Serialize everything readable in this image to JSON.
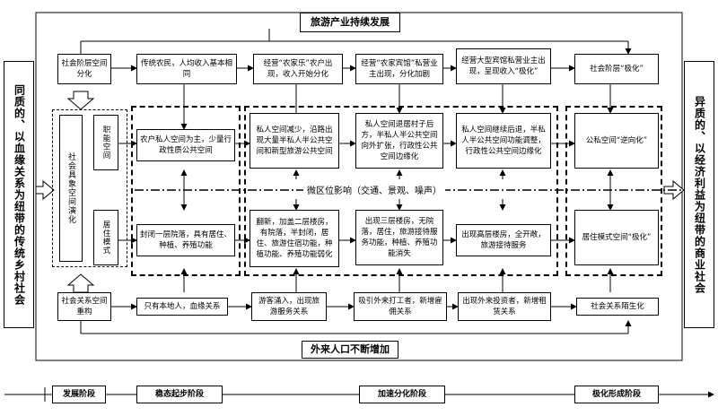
{
  "top_banner": "旅游产业持续发展",
  "bottom_banner": "外来人口不断增加",
  "left_side": "同质的、以血缘关系为纽带的传统乡村社会",
  "right_side": "异质的、以经济利益为纽带的商业社会",
  "social_space_concept": "社会具象空间演化",
  "stratification": {
    "label": "社会阶层空间分化",
    "stages": [
      "传统农民，人均收入基本相同",
      "经营“农家乐”农户出现，收入开始分化",
      "经营“农家宾馆”私营业主出现，分化加剧",
      "经营大型宾馆私营业主出现，呈现收入“极化”",
      "社会阶层“极化”"
    ]
  },
  "function_space": {
    "label": "职能空间",
    "stages": [
      "农户私人空间为主，少量行政性质公共空间",
      "私人空间减少，沿路出现大量半私人半公共空间和新型旅游公共空间",
      "私人空间退居村子后方，半私人半公共空间向外扩张，行政性公共空间边缘化",
      "私人空间继续后退，半私人半公共空间功能调整，行政性公共空间边缘化",
      "公私空间“逆向化”"
    ]
  },
  "micro_influence": "微区位影响（交通、景观、噪声）",
  "residence": {
    "label": "居住模式",
    "stages": [
      "封闭一层院落，具有居住、种植、养殖功能",
      "翻新，加盖二层楼房，有院落，半封闭，居住、旅游住宿功能，种植功能、养殖功能弱化",
      "出现三层楼房，无院落，居住，旅游接待服务功能，种植、养殖功能消失",
      "出现高层楼房，全开敞，旅游接待服务",
      "居住模式空间“极化”"
    ]
  },
  "relations": {
    "label": "社会关系空间重构",
    "stages": [
      "只有本地人，血缘关系",
      "游客涌入，出现旅游服务关系",
      "吸引外来打工者，新增雇佣关系",
      "出现外来投资者，新增租赁关系",
      "社会关系陌生化"
    ]
  },
  "phases": [
    "发展阶段",
    "稳态起步阶段",
    "加速分化阶段",
    "极化形成阶段"
  ]
}
